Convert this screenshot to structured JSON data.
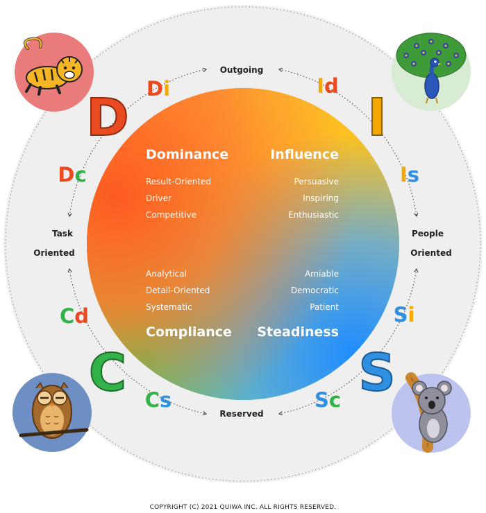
{
  "axes": {
    "top": "Outgoing",
    "bottom": "Reserved",
    "left_line1": "Task",
    "left_line2": "Oriented",
    "right_line1": "People",
    "right_line2": "Oriented"
  },
  "quadrants": {
    "dominance": {
      "title": "Dominance",
      "traits": [
        "Result-Oriented",
        "Driver",
        "Competitive"
      ]
    },
    "influence": {
      "title": "Influence",
      "traits": [
        "Persuasive",
        "Inspiring",
        "Enthusiastic"
      ]
    },
    "compliance": {
      "title": "Compliance",
      "traits": [
        "Analytical",
        "Detail-Oriented",
        "Systematic"
      ]
    },
    "steadiness": {
      "title": "Steadiness",
      "traits": [
        "Amiable",
        "Democratic",
        "Patient"
      ]
    }
  },
  "letters": {
    "d": "D",
    "i": "I",
    "s": "S",
    "c": "C"
  },
  "combos": {
    "di": [
      "D",
      "i"
    ],
    "id": [
      "I",
      "d"
    ],
    "dc": [
      "D",
      "c"
    ],
    "is": [
      "I",
      "s"
    ],
    "cd": [
      "C",
      "d"
    ],
    "si": [
      "S",
      "i"
    ],
    "cs": [
      "C",
      "s"
    ],
    "sc": [
      "S",
      "c"
    ]
  },
  "colors": {
    "d": "#ea4a1f",
    "i": "#f5a800",
    "s": "#2f8fe0",
    "c": "#33b24a",
    "outer_ring": "#efefef",
    "tiger_bg": "#ea7b7b",
    "peacock_bg": "#d7ecd3",
    "owl_bg": "#6e8fc4",
    "koala_bg": "#bcc3ef"
  },
  "animals": {
    "tiger": "tiger-illustration",
    "peacock": "peacock-illustration",
    "owl": "owl-illustration",
    "koala": "koala-illustration"
  },
  "copyright": "COPYRIGHT (C) 2021 QUIWA INC. ALL RIGHTS RESERVED."
}
